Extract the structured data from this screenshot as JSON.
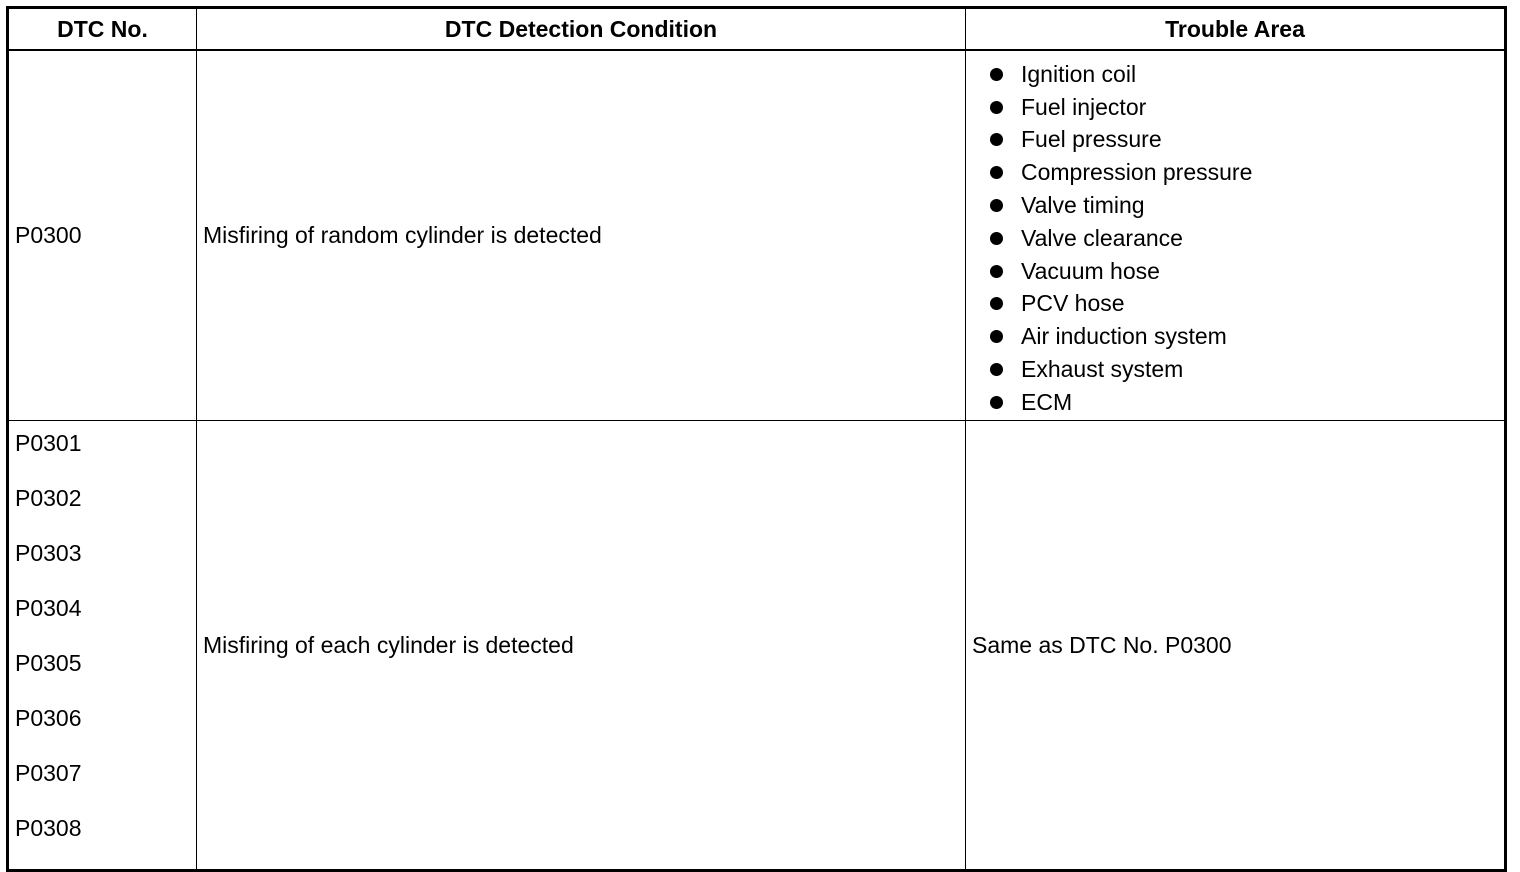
{
  "headers": {
    "dtc_no": "DTC No.",
    "condition": "DTC Detection Condition",
    "trouble_area": "Trouble Area"
  },
  "rows": [
    {
      "dtc_no": "P0300",
      "condition": "Misfiring of random cylinder is detected",
      "trouble_area": [
        "Ignition coil",
        "Fuel injector",
        "Fuel pressure",
        "Compression pressure",
        "Valve timing",
        "Valve clearance",
        "Vacuum hose",
        "PCV hose",
        "Air induction system",
        "Exhaust system",
        "ECM"
      ]
    },
    {
      "dtc_no": [
        "P0301",
        "P0302",
        "P0303",
        "P0304",
        "P0305",
        "P0306",
        "P0307",
        "P0308"
      ],
      "condition": "Misfiring of each cylinder is detected",
      "trouble_area": "Same as DTC No. P0300"
    }
  ]
}
